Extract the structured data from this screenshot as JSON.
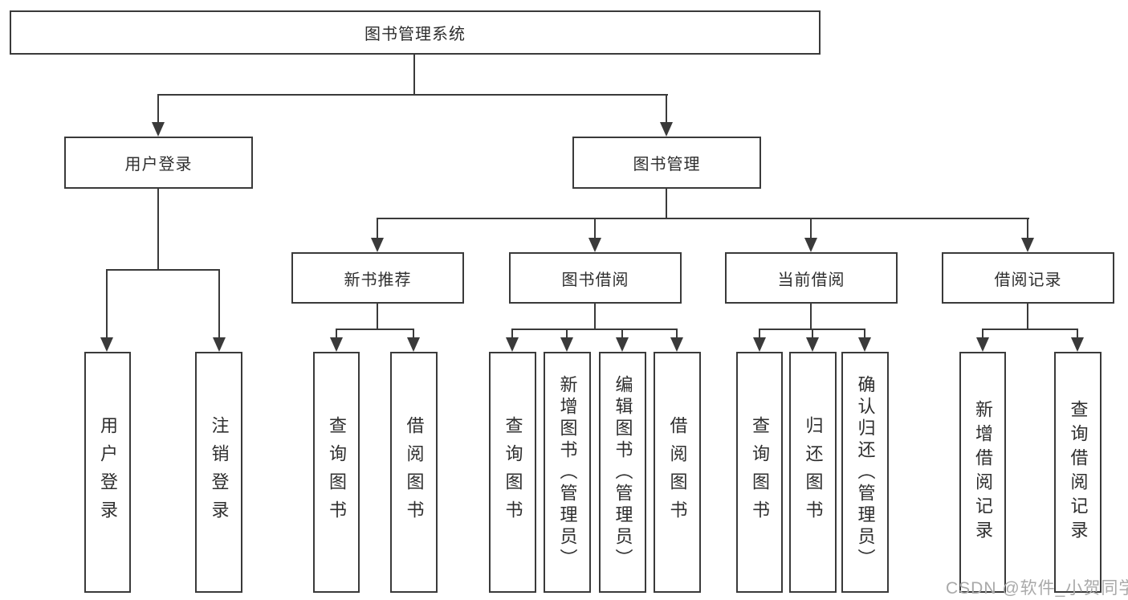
{
  "diagram": {
    "title": "图书管理系统",
    "watermark": "CSDN @软件_小贺同学",
    "colors": {
      "line": "#3a3a3a",
      "text": "#2e2e2e",
      "watermark": "#a9a9a9",
      "background": "#ffffff"
    },
    "branches": [
      {
        "label": "用户登录",
        "children": [
          "用户登录",
          "注销登录"
        ]
      },
      {
        "label": "图书管理",
        "groups": [
          {
            "label": "新书推荐",
            "children": [
              "查询图书",
              "借阅图书"
            ]
          },
          {
            "label": "图书借阅",
            "children": [
              "查询图书",
              "新增图书（管理员）",
              "编辑图书（管理员）",
              "借阅图书"
            ]
          },
          {
            "label": "当前借阅",
            "children": [
              "查询图书",
              "归还图书",
              "确认归还（管理员）"
            ]
          },
          {
            "label": "借阅记录",
            "children": [
              "新增借阅记录",
              "查询借阅记录"
            ]
          }
        ]
      }
    ]
  }
}
